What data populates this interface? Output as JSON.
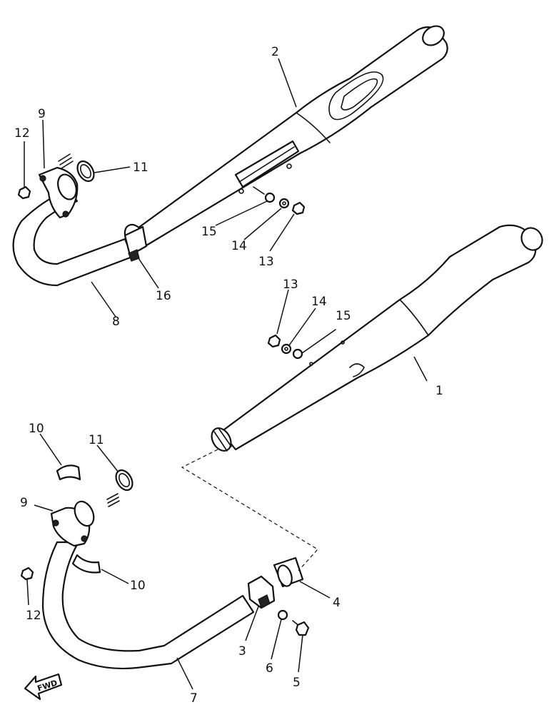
{
  "callouts": [
    {
      "id": "c2",
      "text": "2"
    },
    {
      "id": "c9a",
      "text": "9"
    },
    {
      "id": "c12a",
      "text": "12"
    },
    {
      "id": "c11a",
      "text": "11"
    },
    {
      "id": "c15a",
      "text": "15"
    },
    {
      "id": "c14a",
      "text": "14"
    },
    {
      "id": "c13a",
      "text": "13"
    },
    {
      "id": "c16",
      "text": "16"
    },
    {
      "id": "c8",
      "text": "8"
    },
    {
      "id": "c13b",
      "text": "13"
    },
    {
      "id": "c14b",
      "text": "14"
    },
    {
      "id": "c15b",
      "text": "15"
    },
    {
      "id": "c1",
      "text": "1"
    },
    {
      "id": "c10a",
      "text": "10"
    },
    {
      "id": "c11b",
      "text": "11"
    },
    {
      "id": "c9b",
      "text": "9"
    },
    {
      "id": "c10b",
      "text": "10"
    },
    {
      "id": "c12b",
      "text": "12"
    },
    {
      "id": "c4",
      "text": "4"
    },
    {
      "id": "c3",
      "text": "3"
    },
    {
      "id": "c6",
      "text": "6"
    },
    {
      "id": "c5",
      "text": "5"
    },
    {
      "id": "c7",
      "text": "7"
    }
  ],
  "fwd_label": "FWD"
}
